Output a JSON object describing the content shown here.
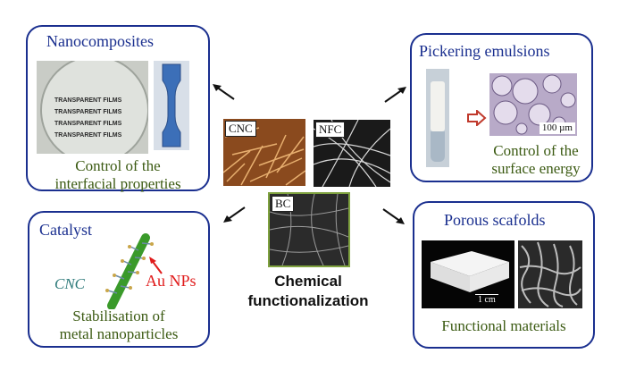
{
  "nanocomposites": {
    "title": "Nanocomposites",
    "film_lines": [
      "TRANSPARENT FILMS",
      "TRANSPARENT FILMS",
      "TRANSPARENT FILMS",
      "TRANSPARENT FILMS"
    ],
    "description_line1": "Control of the",
    "description_line2": "interfacial properties"
  },
  "pickering": {
    "title": "Pickering emulsions",
    "scale_bar": "100 µm",
    "description_line1": "Control of the",
    "description_line2": "surface energy"
  },
  "catalyst": {
    "title": "Catalyst",
    "cnc_label": "CNC",
    "au_label": "Au NPs",
    "description_line1": "Stabilisation of",
    "description_line2": "metal nanoparticles"
  },
  "porous": {
    "title": "Porous scafolds",
    "scale_bar": "1 cm",
    "description": "Functional materials"
  },
  "center": {
    "cnc_label": "CNC",
    "nfc_label": "NFC",
    "bc_label": "BC",
    "caption_line1": "Chemical",
    "caption_line2": "functionalization"
  },
  "colors": {
    "box_border": "#1a2f8f",
    "title_text": "#1a2f8f",
    "description_text": "#3b5a12",
    "au_label": "#e01b1b",
    "cnc_italic": "#2e7a7a",
    "rod_green": "#3a9a2a"
  }
}
